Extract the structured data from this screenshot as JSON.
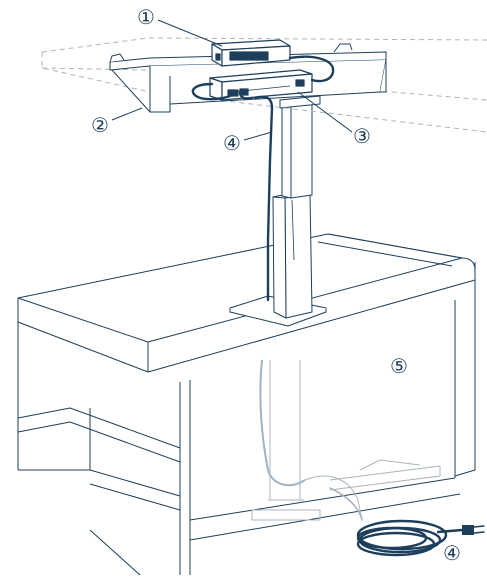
{
  "colors": {
    "line": "#1e3f5c",
    "ghost": "#aab4bf",
    "fill": "#ffffff"
  },
  "callouts": {
    "c1": "①",
    "c2": "②",
    "c3": "③",
    "c4a": "④",
    "c4b": "④",
    "c5": "⑤"
  },
  "icons": [
    "control-box-icon",
    "power-cord-icon",
    "desk-pillar-icon",
    "plug-icon"
  ]
}
